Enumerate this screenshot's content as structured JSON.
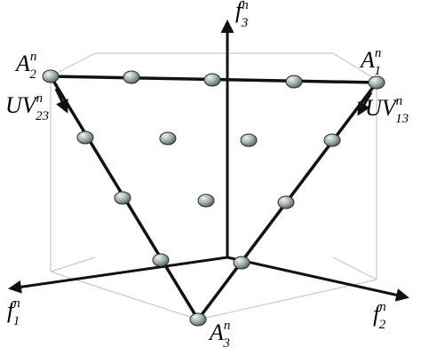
{
  "labels": {
    "A1": {
      "main": "A",
      "sup": "n",
      "sub": "1"
    },
    "A2": {
      "main": "A",
      "sup": "n",
      "sub": "2"
    },
    "A3": {
      "main": "A",
      "sup": "n",
      "sub": "3"
    },
    "f1": {
      "main": "f",
      "sup": "n",
      "sub": "1"
    },
    "f2": {
      "main": "f",
      "sup": "n",
      "sub": "2"
    },
    "f3": {
      "main": "f",
      "sup": "n",
      "sub": "3"
    },
    "UV23": {
      "main": "UV",
      "sup": "n",
      "sub": "23"
    },
    "UV13": {
      "main": "UV",
      "sup": "n",
      "sub": "13"
    }
  },
  "colors": {
    "point_fill": "#a3b2ad",
    "point_stroke": "#2b2b2b",
    "line": "#111111",
    "box": "#c9c9c9"
  }
}
